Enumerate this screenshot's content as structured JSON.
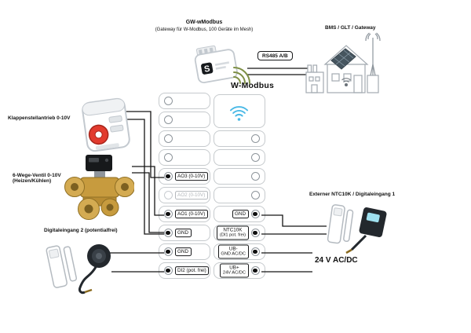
{
  "title": "W-Modbus",
  "gateway": {
    "name": "GW-wModbus",
    "subtitle": "(Gateway für W-Modbus, 100 Geräte im Mesh)",
    "logo": "S"
  },
  "bms_label": "BMS / GLT / Gateway",
  "bus_label": "RS485 A/B",
  "power_label": "24 V AC/DC",
  "device_labels": {
    "damper": "Klappenstellantrieb 0-10V",
    "valve": "6-Wege-Ventil 0-10V",
    "valve_sub": "(Heizen/Kühlen)",
    "digital_input_2": "Digitaleingang 2 (potentialfrei)",
    "external_ntc": "Externer NTC10K / Digitaleingang 1"
  },
  "terminals": {
    "left": [
      {
        "label": "",
        "connected": false
      },
      {
        "label": "",
        "connected": false
      },
      {
        "label": "",
        "connected": false
      },
      {
        "label": "",
        "connected": false
      },
      {
        "label": "AO3 (0-10V)",
        "connected": true
      },
      {
        "label": "AO2 (0-10V)",
        "connected": false,
        "disabled": true
      },
      {
        "label": "AO1 (0-10V)",
        "connected": true
      },
      {
        "label": "GND",
        "connected": true
      },
      {
        "label": "GND",
        "connected": true
      },
      {
        "label": "DI2 (pot. frei)",
        "connected": true
      }
    ],
    "right": [
      {
        "label": "",
        "connected": false
      },
      {
        "label": "",
        "connected": false
      },
      {
        "label": "",
        "connected": false
      },
      {
        "label": "",
        "connected": false
      },
      {
        "label": "GND",
        "connected": true
      },
      {
        "label": "NTC10K",
        "sublabel": "(DI1 pot. frei)",
        "connected": true
      },
      {
        "label": "UB-",
        "sublabel": "GND AC/DC",
        "connected": true
      },
      {
        "label": "UB+",
        "sublabel": "24V AC/DC",
        "connected": true
      }
    ]
  },
  "icons": {
    "block_wifi": "wifi-icon",
    "gateway_wifi": "wifi-arcs-icon",
    "building_antenna": "antenna-icon"
  },
  "colors": {
    "wire": "#141414",
    "wifi_blue": "#4ab9e6",
    "gateway_green": "#7e8f45",
    "knob_red": "#e23b2e",
    "brass": "#c79b3e"
  }
}
